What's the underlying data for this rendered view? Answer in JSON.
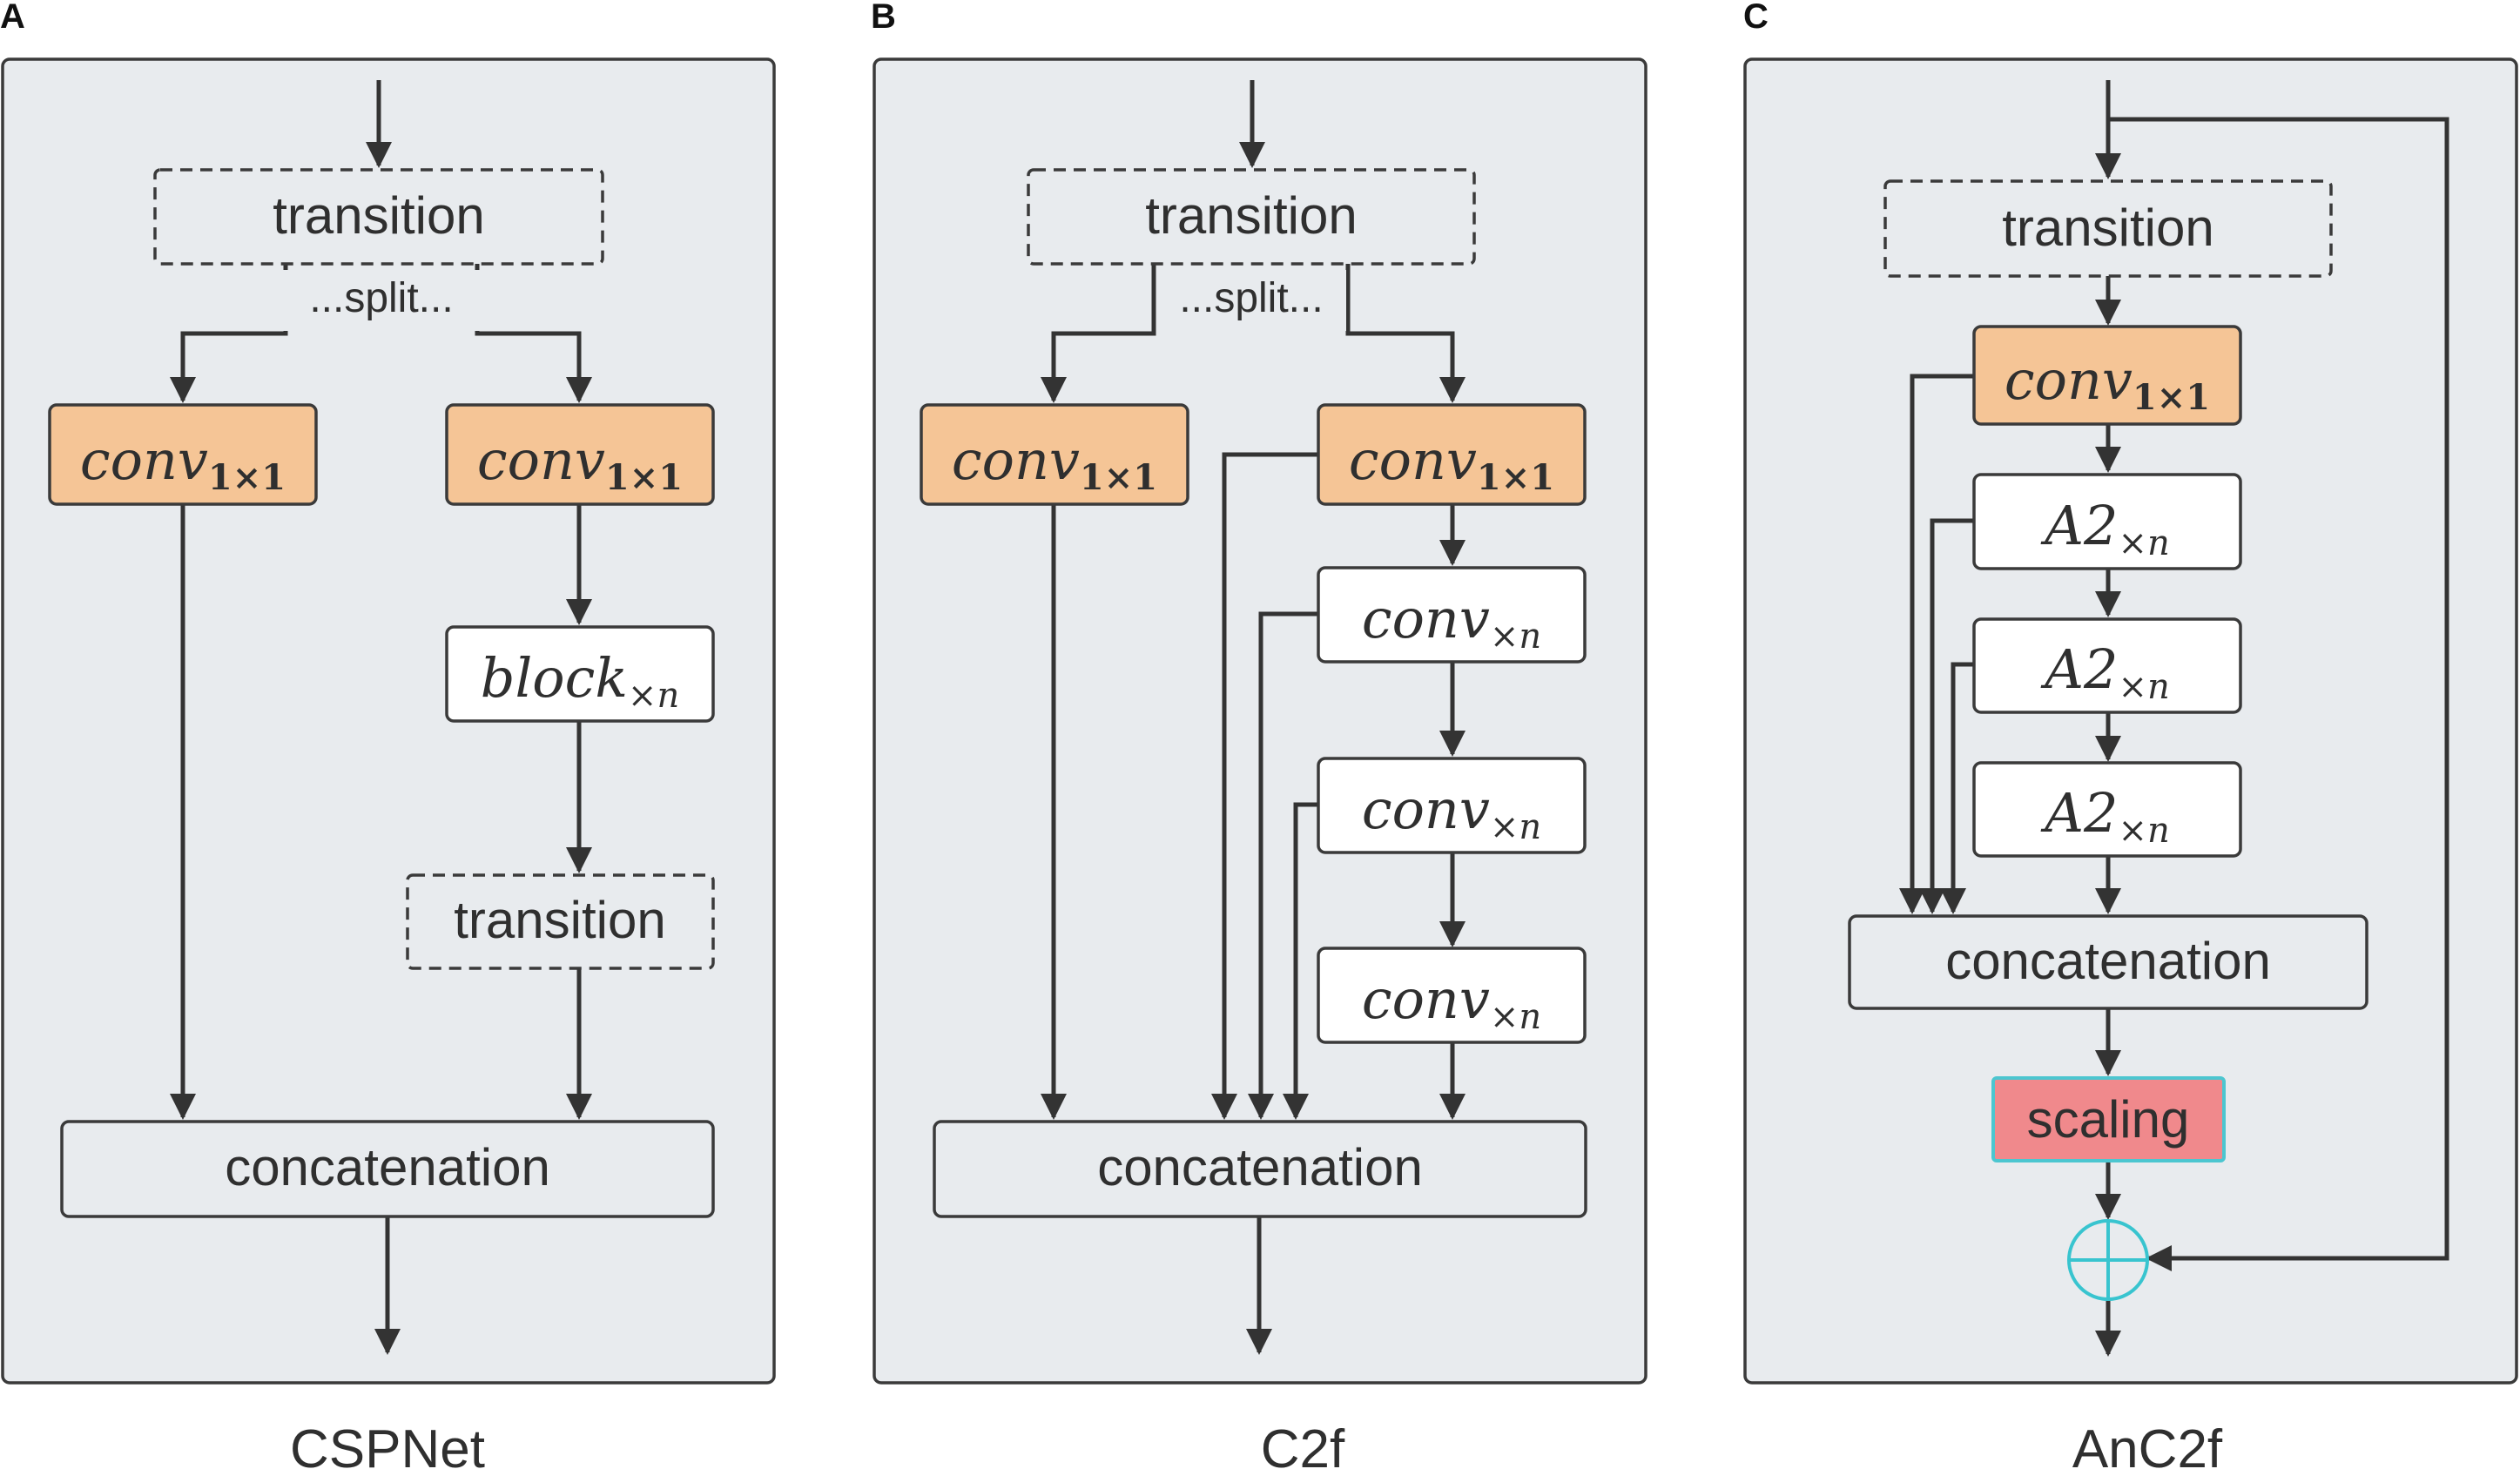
{
  "panels": [
    {
      "letter": "A",
      "caption": "CSPNet",
      "transition_top": "transition",
      "split": "...split...",
      "conv_left": {
        "base": "conv",
        "sub": "1×1"
      },
      "conv_right": {
        "base": "conv",
        "sub": "1×1"
      },
      "block": {
        "base": "block",
        "sub": "×n"
      },
      "transition_lower": "transition",
      "concat": "concatenation"
    },
    {
      "letter": "B",
      "caption": "C2f",
      "transition_top": "transition",
      "split": "...split...",
      "conv_left": {
        "base": "conv",
        "sub": "1×1"
      },
      "conv_right": {
        "base": "conv",
        "sub": "1×1"
      },
      "conv_n": [
        {
          "base": "conv",
          "sub": "×n"
        },
        {
          "base": "conv",
          "sub": "×n"
        },
        {
          "base": "conv",
          "sub": "×n"
        }
      ],
      "concat": "concatenation"
    },
    {
      "letter": "C",
      "caption": "AnC2f",
      "transition_top": "transition",
      "conv": {
        "base": "conv",
        "sub": "1×1"
      },
      "a2": [
        {
          "base": "A2",
          "sub": "×n"
        },
        {
          "base": "A2",
          "sub": "×n"
        },
        {
          "base": "A2",
          "sub": "×n"
        }
      ],
      "concat": "concatenation",
      "scaling": "scaling",
      "add_symbol": "⊕"
    }
  ],
  "colors": {
    "panel_bg": "#e8ebee",
    "conv_1x1_fill": "#f5c596",
    "scaling_fill": "#f0898c",
    "scaling_border": "#4cc6d0",
    "add_circle": "#38c4cf",
    "line": "#333333"
  }
}
